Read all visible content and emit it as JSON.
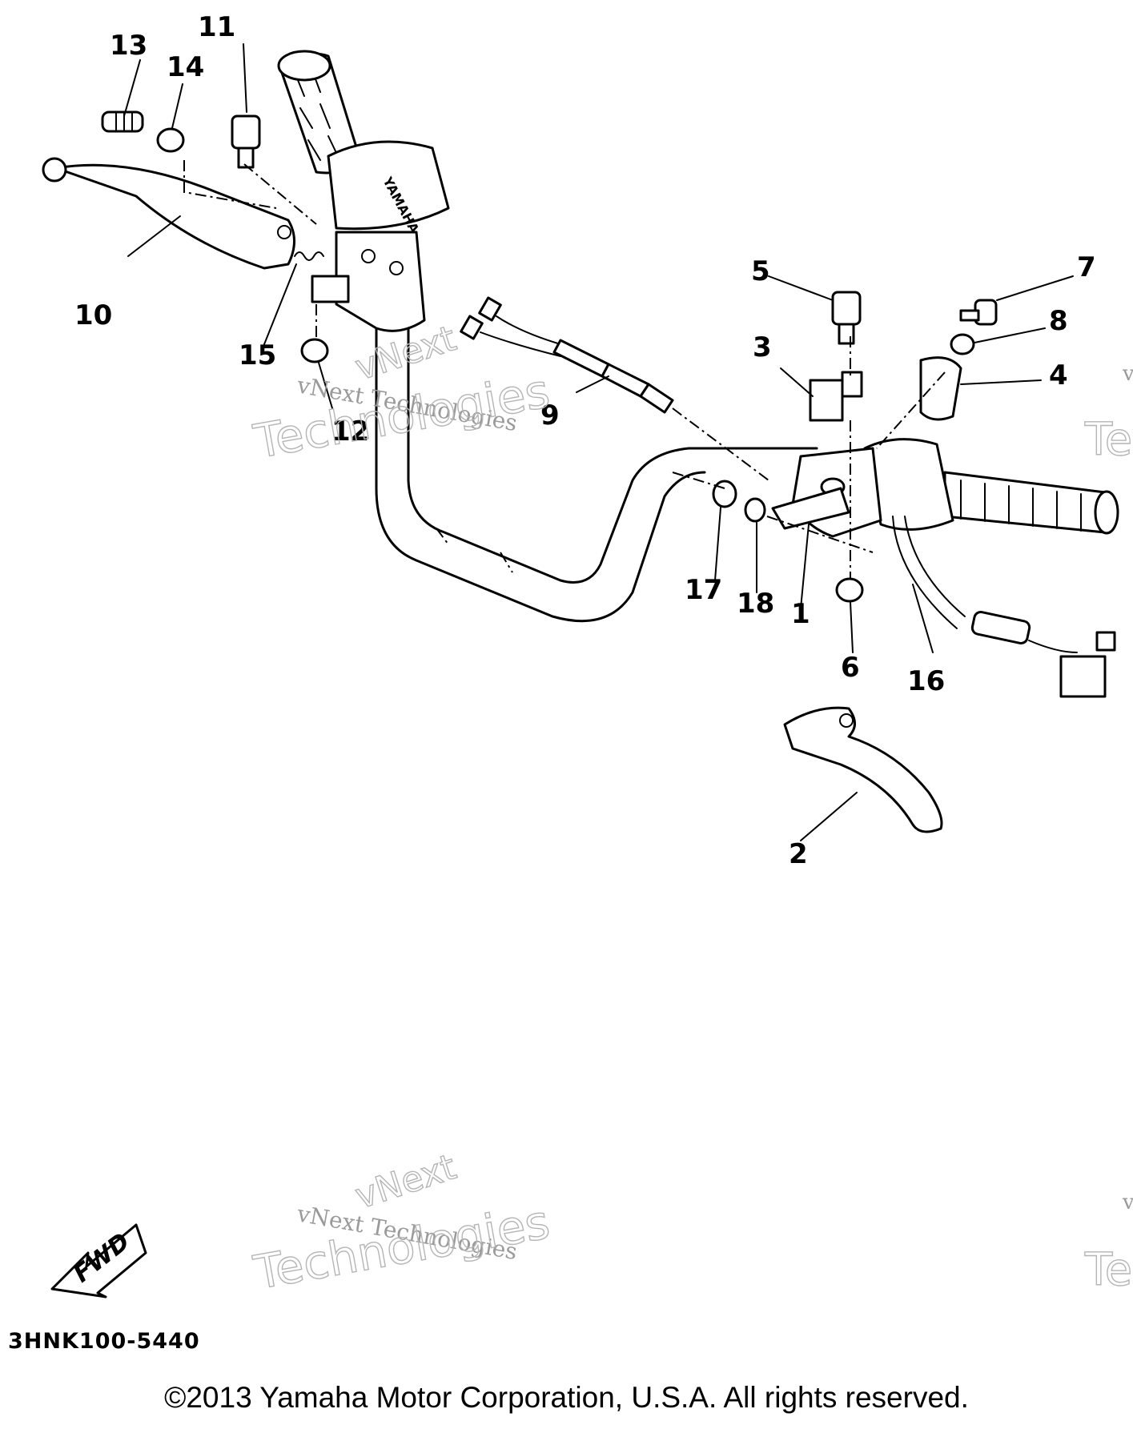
{
  "diagram": {
    "callouts": [
      {
        "id": "c1",
        "text": "1"
      },
      {
        "id": "c2",
        "text": "2"
      },
      {
        "id": "c3",
        "text": "3"
      },
      {
        "id": "c4",
        "text": "4"
      },
      {
        "id": "c5",
        "text": "5"
      },
      {
        "id": "c6",
        "text": "6"
      },
      {
        "id": "c7",
        "text": "7"
      },
      {
        "id": "c8",
        "text": "8"
      },
      {
        "id": "c9",
        "text": "9"
      },
      {
        "id": "c10",
        "text": "10"
      },
      {
        "id": "c11",
        "text": "11"
      },
      {
        "id": "c12",
        "text": "12"
      },
      {
        "id": "c13",
        "text": "13"
      },
      {
        "id": "c14",
        "text": "14"
      },
      {
        "id": "c15",
        "text": "15"
      },
      {
        "id": "c16",
        "text": "16"
      },
      {
        "id": "c17",
        "text": "17"
      },
      {
        "id": "c18",
        "text": "18"
      }
    ],
    "grip_brand": "YAMAHA",
    "fwd_label": "FWD",
    "diagram_code": "3HNK100-5440",
    "copyright": "©2013 Yamaha Motor Corporation, U.S.A. All rights reserved."
  },
  "watermark": {
    "line1": "vNext",
    "line2": "vNext Technologies",
    "line3": "Technologies",
    "edge_v": "v",
    "edge_te": "Te"
  }
}
